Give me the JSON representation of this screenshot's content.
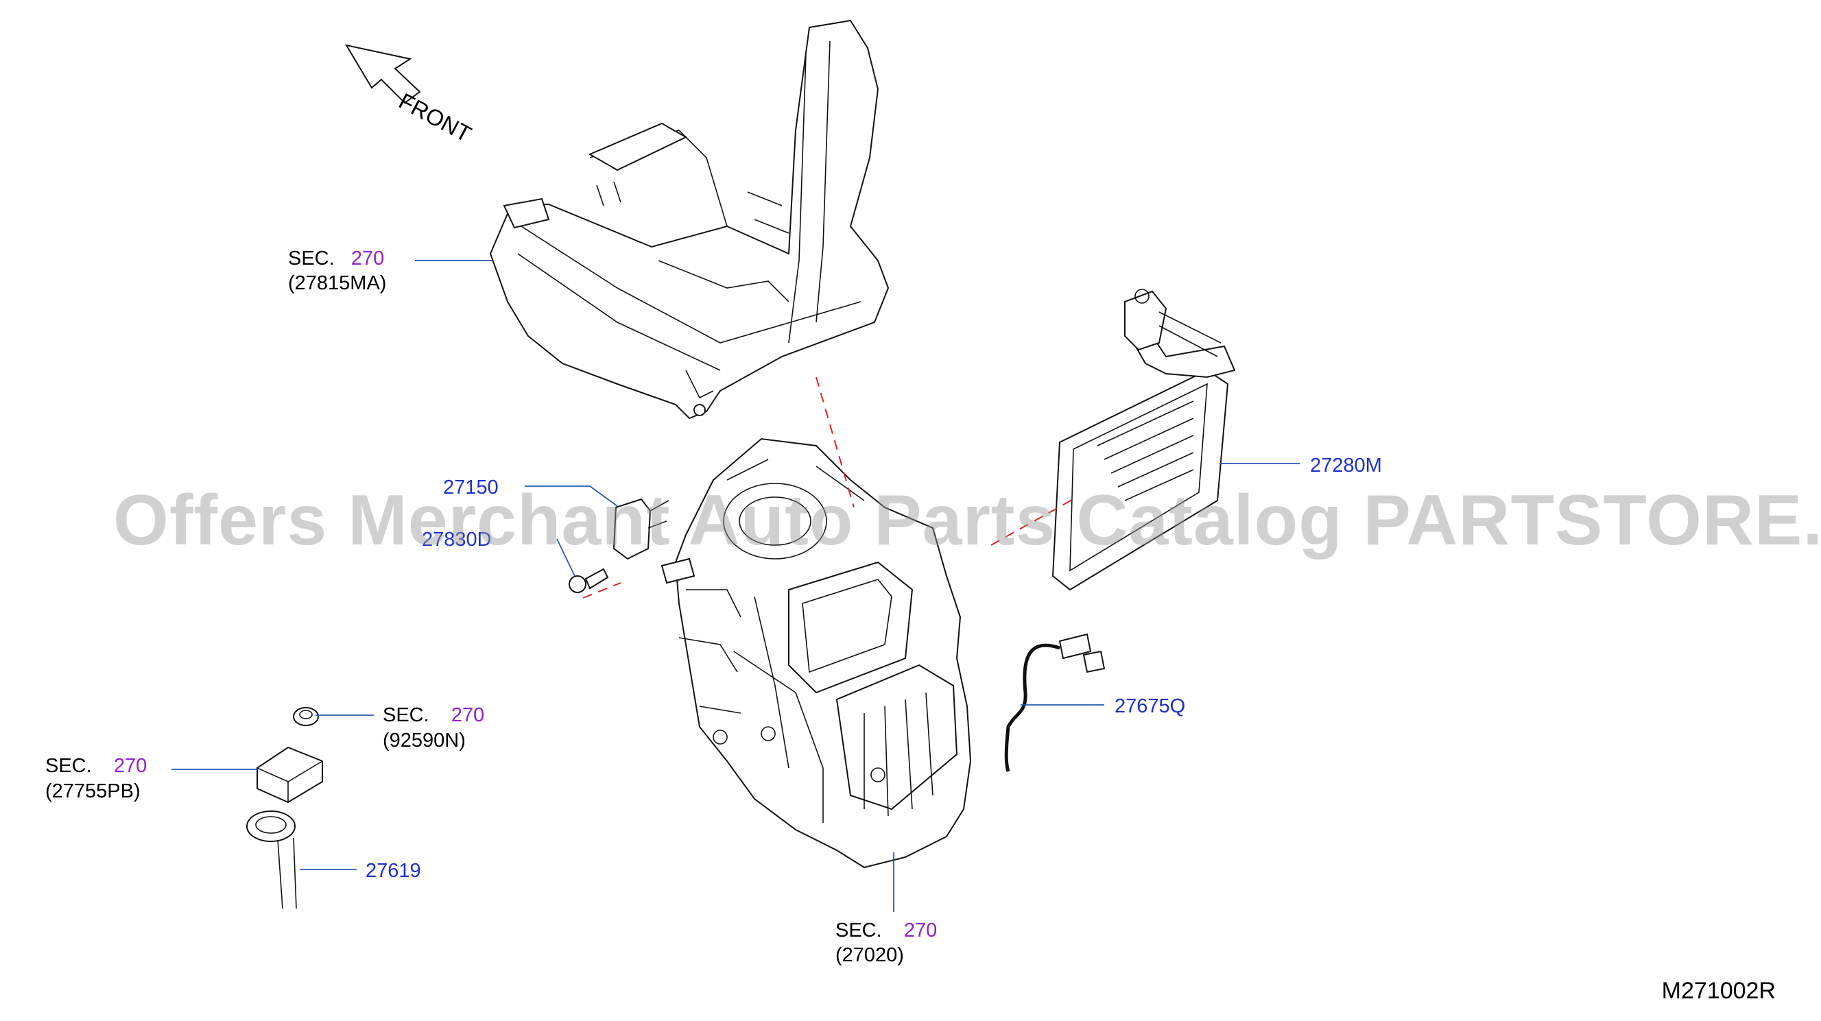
{
  "front_label": "FRONT",
  "watermark": "Offers Merchant Auto Parts Catalog PARTSTORE.SA",
  "diagram_code": "M271002R",
  "colors": {
    "part_number": "#1c2fd0",
    "section_number": "#9020d0",
    "leader": "#2a55b5",
    "center_line": "#e02020"
  },
  "callouts": {
    "duct": {
      "sec": "SEC.",
      "sec_no": "270",
      "part": "(27815MA)"
    },
    "evaporator": {
      "part": "27280M"
    },
    "sensor": {
      "part": "27150"
    },
    "bolt": {
      "part": "27830D"
    },
    "harness": {
      "part": "27675Q"
    },
    "grommet": {
      "sec": "SEC.",
      "sec_no": "270",
      "part": "(92590N)"
    },
    "seal": {
      "sec": "SEC.",
      "sec_no": "270",
      "part": "(27755PB)"
    },
    "drain_hose": {
      "part": "27619"
    },
    "heater_unit": {
      "sec": "SEC.",
      "sec_no": "270",
      "part": "(27020)"
    }
  }
}
